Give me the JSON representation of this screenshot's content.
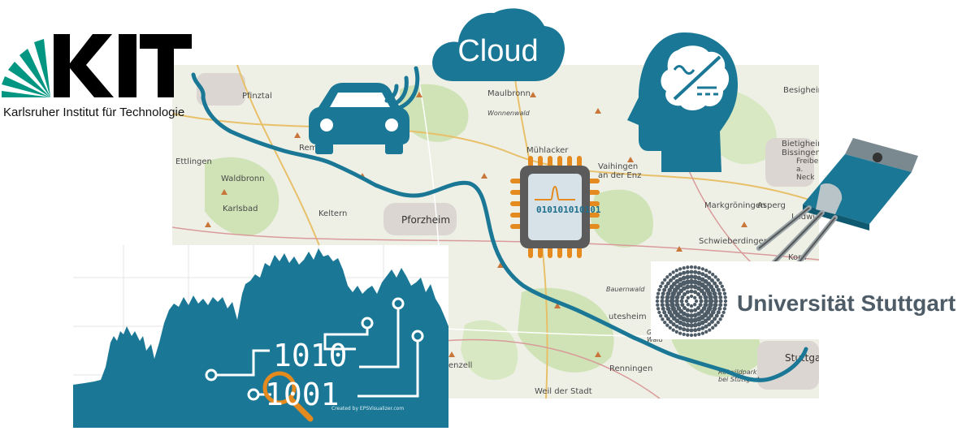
{
  "kit": {
    "logo_wordmark": "KIT",
    "subtitle": "Karlsruher Institut für Technologie"
  },
  "cloud": {
    "label": "Cloud"
  },
  "chip": {
    "code": "010101010101"
  },
  "chart": {
    "code_top": "1010",
    "code_bottom": "1001",
    "credit": "Created by EPSVisualizer.com"
  },
  "stuttgart": {
    "name": "Universität Stuttgart"
  },
  "map": {
    "towns": [
      "Pfinztal",
      "Maulbronn",
      "Besigheim",
      "Rem",
      "Ettlingen",
      "Waldbronn",
      "Mühlacker",
      "Vaihingen an der Enz",
      "Bietigheim-Bissingen",
      "Karlsbad",
      "Keltern",
      "Pforzheim",
      "Markgröningen",
      "Asperg",
      "Ludwi",
      "Schwieberdingen",
      "Korn",
      "Bauernwald",
      "Großer Wald",
      "utesheim",
      "Renningen",
      "Weil der Stadt",
      "enzell",
      "Rotwildpark bei Stuttgart",
      "Stuttgart",
      "Freiberg a. Neck",
      "Wonnenwald"
    ]
  },
  "colors": {
    "accent_teal": "#1a7896",
    "chip_orange": "#e48a1e",
    "kit_green": "#009682",
    "stuttgart_grey": "#4e5c67"
  },
  "icons": [
    "car-icon",
    "wifi-icon",
    "cloud-icon",
    "brain-head-icon",
    "microchip-icon",
    "sensor-probe-icon",
    "magnifier-icon"
  ]
}
